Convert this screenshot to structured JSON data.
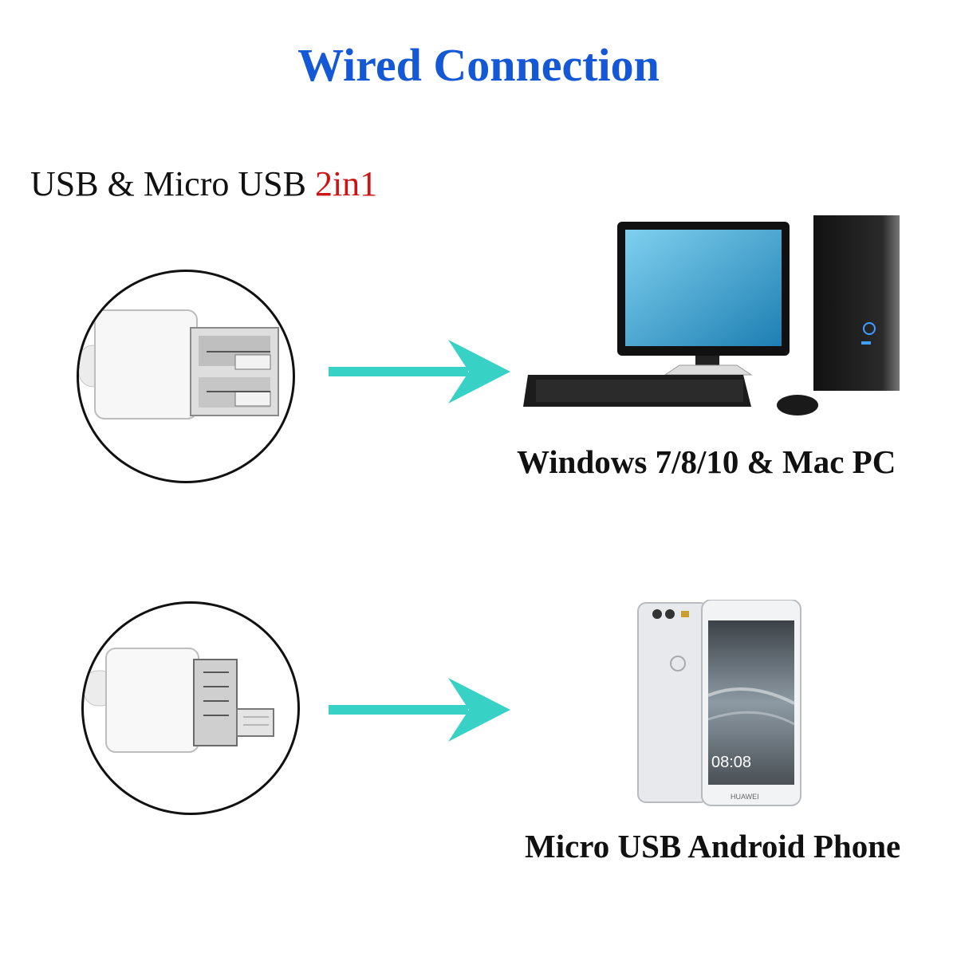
{
  "title": "Wired Connection",
  "subtitle": {
    "text": "USB & Micro USB",
    "accent": "2in1"
  },
  "rows": [
    {
      "label": "Windows 7/8/10 & Mac PC",
      "device_icon": "desktop-pc-icon"
    },
    {
      "label": "Micro USB Android Phone",
      "device_icon": "android-phone-icon"
    }
  ],
  "phone": {
    "clock": "08:08",
    "brand": "HUAWEI"
  },
  "colors": {
    "title": "#1558d6",
    "accent": "#cc1414",
    "arrow": "#37d2c5",
    "text": "#111111"
  }
}
